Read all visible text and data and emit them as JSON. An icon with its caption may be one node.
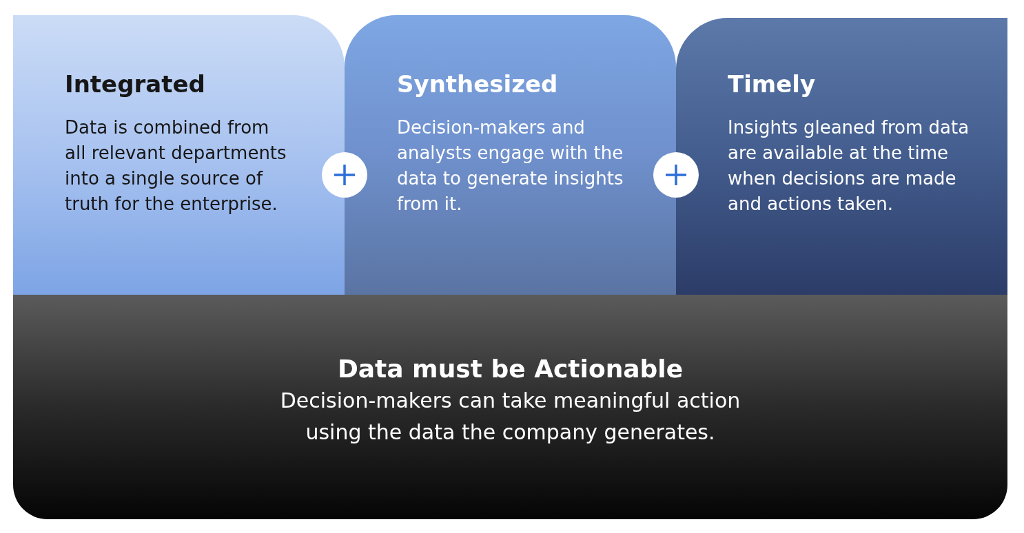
{
  "diagram": {
    "nodes": [
      {
        "text": [
          "Integrated",
          "Data is combined from all relevant departments into a single source of truth for the enterprise."
        ]
      },
      {
        "text": [
          "Synthesized",
          "Decision-makers and analysts engage with the data to generate insights from it."
        ]
      },
      {
        "text": [
          "Timely",
          "Insights gleaned from data are available at the time when decisions are made and actions taken."
        ]
      },
      {
        "text": [
          "Data must be Actionable",
          "Decision-makers can take meaningful action using the data the company generates."
        ]
      }
    ]
  }
}
